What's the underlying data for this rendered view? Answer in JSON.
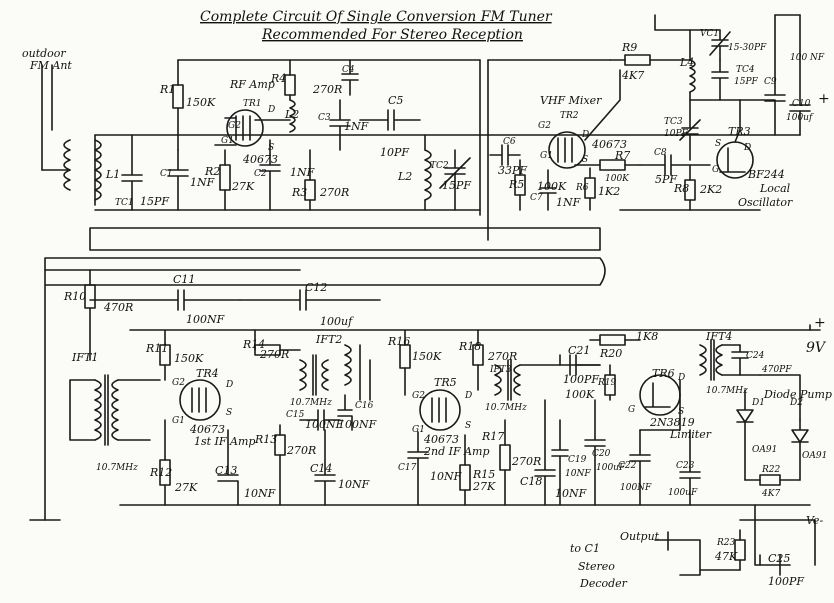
{
  "title": {
    "line1": "Complete Circuit Of Single Conversion FM Tuner",
    "line2": "Recommended For Stereo Reception"
  },
  "antenna": {
    "label1": "outdoor",
    "label2": "FM Ant"
  },
  "stages": {
    "rf_amp": "RF Amp",
    "vhf_mixer": "VHF Mixer",
    "local_osc_1": "Local",
    "local_osc_2": "Oscillator",
    "if_amp_1": "1st IF Amp",
    "if_amp_2": "2nd IF Amp",
    "limiter": "Limiter",
    "diode_pump": "Diode Pump",
    "output_1": "Output",
    "output_2": "to C1",
    "output_3": "Stereo",
    "output_4": "Decoder"
  },
  "supply": {
    "pos": "9V",
    "neg": "Ve-",
    "plus": "+"
  },
  "transistors": {
    "tr1": "TR1",
    "tr1_type": "40673",
    "tr2": "TR2",
    "tr2_type": "40673",
    "tr3": "TR3",
    "tr3_type": "BF244",
    "tr4": "TR4",
    "tr4_type": "40673",
    "tr5": "TR5",
    "tr5_type": "40673",
    "tr6": "TR6",
    "tr6_type": "2N3819",
    "pin_g1": "G1",
    "pin_g2": "G2",
    "pin_d": "D",
    "pin_s": "S",
    "pin_g": "G"
  },
  "components": {
    "l1": "L1",
    "tc1": "TC1",
    "tc1_val": "15PF",
    "c1": "C1",
    "c1_val": "1NF",
    "r1": "R1",
    "r1_val": "150K",
    "r2": "R2",
    "r2_val": "27K",
    "c2": "C2",
    "c2_val": "1NF",
    "r3": "R3",
    "r3_val": "270R",
    "r4": "R4",
    "r4_val": "270R",
    "c4": "C4",
    "c3": "C3",
    "c3_val": "1NF",
    "l2a": "L2",
    "l2b": "L2",
    "c5": "C5",
    "c5_val": "10PF",
    "tc2": "TC2",
    "tc2_val": "15PF",
    "c6": "C6",
    "c6_val": "33PF",
    "r5": "R5",
    "r5_val": "100K",
    "r6": "R6",
    "r6_val": "1K2",
    "c7": "C7",
    "c7_val": "1NF",
    "r7": "R7",
    "r7_val": "100K",
    "r9": "R9",
    "r9_val": "4K7",
    "c8": "C8",
    "c8_val": "5PF",
    "r8": "R8",
    "r8_val": "2K2",
    "l4": "L4",
    "vc1": "VC1",
    "vc1_val": "15-30PF",
    "tc4": "TC4",
    "tc4_val": "15PF",
    "tc3": "TC3",
    "tc3_val": "10PF",
    "c9": "C9",
    "c9_val": "100 NF",
    "c10": "C10",
    "c10_val": "100uf",
    "r10": "R10",
    "r10_val": "470R",
    "c11": "C11",
    "c11_val": "100NF",
    "c12": "C12",
    "c12_val": "100uf",
    "ift1": "IFT1",
    "ift1_freq": "10.7MHz",
    "r11": "R11",
    "r11_val": "150K",
    "r12": "R12",
    "r12_val": "27K",
    "c13": "C13",
    "c13_val": "10NF",
    "r14": "R14",
    "r14_val": "270R",
    "ift2": "IFT2",
    "ift2_freq": "10.7MHz",
    "c15": "C15",
    "c15_val": "100NF",
    "c16": "C16",
    "c16_val": "100NF",
    "r13": "R13",
    "r13_val": "270R",
    "c14": "C14",
    "c14_val": "10NF",
    "r16": "R16",
    "r16_val": "150K",
    "r18": "R18",
    "r18_val": "270R",
    "ift3": "IFT3",
    "ift3_freq": "10.7MHz",
    "c17": "C17",
    "c17_val": "10NF",
    "r15": "R15",
    "r15_val": "27K",
    "r17": "R17",
    "r17_val": "270R",
    "c18": "C18",
    "c18_val": "10NF",
    "c19": "C19",
    "c19_val": "10NF",
    "c20": "C20",
    "c20_val": "100uF",
    "c21": "C21",
    "c21_val": "100PF",
    "r19": "R19",
    "r19_val": "100K",
    "r20": "R20",
    "r20_val": "1K8",
    "ift4": "IFT4",
    "ift4_freq": "10.7MHz",
    "c22": "C22",
    "c22_val": "100NF",
    "c23": "C23",
    "c23_val": "100uF",
    "c24": "C24",
    "c24_val": "470PF",
    "d1": "D1",
    "d1_val": "OA91",
    "d2": "D2",
    "d2_val": "OA91",
    "r22": "R22",
    "r22_val": "4K7",
    "r23": "R23",
    "r23_val": "47K",
    "c25": "C25",
    "c25_val": "100PF"
  }
}
